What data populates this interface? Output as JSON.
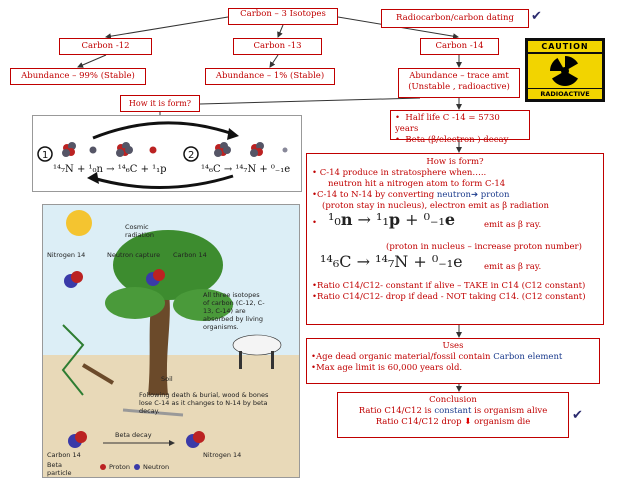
{
  "title": "Carbon – 3 Isotopes",
  "rc_label": "Radiocarbon/carbon dating",
  "isotopes": [
    {
      "name": "Carbon -12",
      "abundance": "Abundance – 99% (Stable)"
    },
    {
      "name": "Carbon -13",
      "abundance": "Abundance – 1% (Stable)"
    },
    {
      "name": "Carbon -14",
      "abundance_line1": "Abundance – trace amt",
      "abundance_line2": "(Unstable , radioactive)"
    }
  ],
  "how_question": "How it is form?",
  "half_life": [
    "Half life C -14 = 5730 years",
    "Beta (β/electron ) decay"
  ],
  "caution": {
    "header": "CAUTION",
    "footer": "RADIOACTIVE"
  },
  "how": {
    "heading": "How is form?",
    "line1": "C-14 produce in stratosphere when…..",
    "line2": "neutron hit a nitrogen atom to form C-14",
    "line3a": "C-14  to N-14 by converting ",
    "line3b": "neutron",
    "line3c": " proton",
    "line4": "(proton stay in nucleus), electron emit as β radiation",
    "emit1": "emit as β ray.",
    "note": "(proton in nucleus – increase proton number)",
    "emit2": "emit as β ray.",
    "ratio1": "Ratio C14/C12- constant if alive – TAKE in C14 (C12 constant)",
    "ratio2": "Ratio C14/C12- drop if dead - NOT taking C14. (C12 constant)"
  },
  "uses": {
    "heading": "Uses",
    "line1a": "Age dead organic material/fossil contain ",
    "line1b": "Carbon element",
    "line2": "Max age limit is 60,000 years old."
  },
  "conclusion": {
    "heading": "Conclusion",
    "line1a": "Ratio C14/C12 is ",
    "line1b": "constant",
    "line1c": " is organism alive",
    "line2a": "Ratio C14/C12 drop ",
    "line2b": " organism die"
  },
  "cycle_labels": {
    "cosmic": "Cosmic radiation",
    "n14": "Nitrogen 14",
    "capture": "Neutron capture",
    "c14": "Carbon 14",
    "note": "All three isotopes of carbon (C-12, C-13, C-14) are absorbed by living organisms.",
    "soil": "Soil",
    "death": "Following death & burial, wood & bones lose C-14 as it changes to N-14 by beta decay.",
    "c14b": "Carbon 14",
    "beta": "Beta decay",
    "n14b": "Nitrogen 14",
    "particle": "Beta particle",
    "proton": "Proton",
    "neutron": "Neutron"
  },
  "colors": {
    "accent": "#c00000",
    "blue": "#1a3a8c",
    "caution_yellow": "#f2d400"
  }
}
